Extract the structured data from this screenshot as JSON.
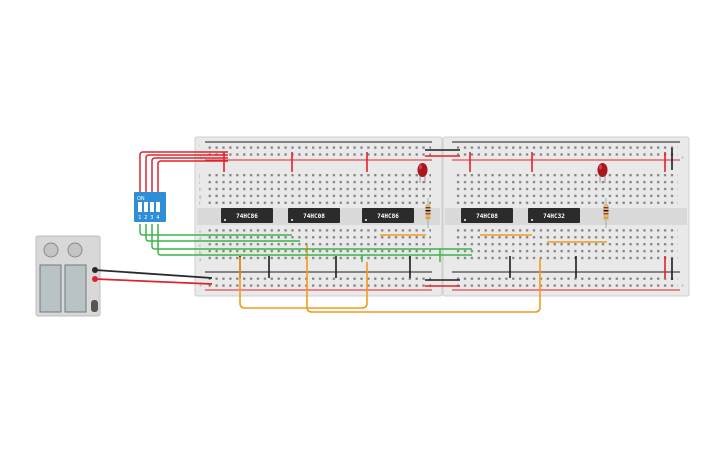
{
  "breadboards": [
    {
      "name": "left-breadboard",
      "columns": 30
    },
    {
      "name": "right-breadboard",
      "columns": 30
    }
  ],
  "row_letters_top": [
    "j",
    "i",
    "h",
    "g",
    "f"
  ],
  "row_letters_bottom": [
    "e",
    "d",
    "c",
    "b",
    "a"
  ],
  "rail_signs": {
    "plus": "+",
    "minus": "-"
  },
  "dip_switch": {
    "on_label": "ON",
    "positions": [
      "1",
      "2",
      "3",
      "4"
    ]
  },
  "chips": [
    {
      "id": "chip-1",
      "label": "74HC86"
    },
    {
      "id": "chip-2",
      "label": "74HC08"
    },
    {
      "id": "chip-3",
      "label": "74HC86"
    },
    {
      "id": "chip-4",
      "label": "74HC08"
    },
    {
      "id": "chip-5",
      "label": "74HC32"
    }
  ],
  "battery_pack": {
    "cells": 2
  },
  "colors": {
    "board": "#e8e8e8",
    "red_wire": "#e0232e",
    "black_wire": "#2a2a2a",
    "green_wire": "#3cb44a",
    "orange_wire": "#f39a1e",
    "chip": "#2b2b2b",
    "dip": "#2f8fd6",
    "led": "#a8161e"
  }
}
